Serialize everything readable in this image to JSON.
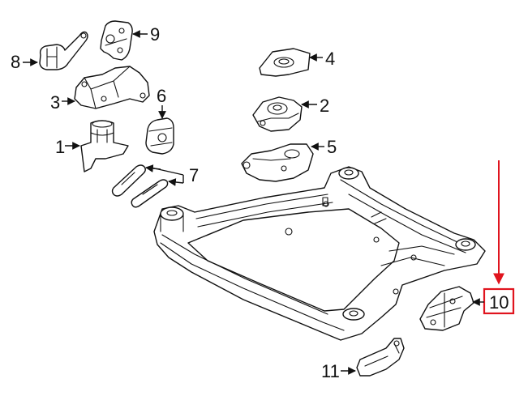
{
  "callouts": {
    "c1": "1",
    "c2": "2",
    "c3": "3",
    "c4": "4",
    "c5": "5",
    "c6": "6",
    "c7": "7",
    "c8": "8",
    "c9": "9",
    "c10": "10",
    "c11": "11"
  },
  "highlight": {
    "callout": "10",
    "color": "#e0141e"
  }
}
